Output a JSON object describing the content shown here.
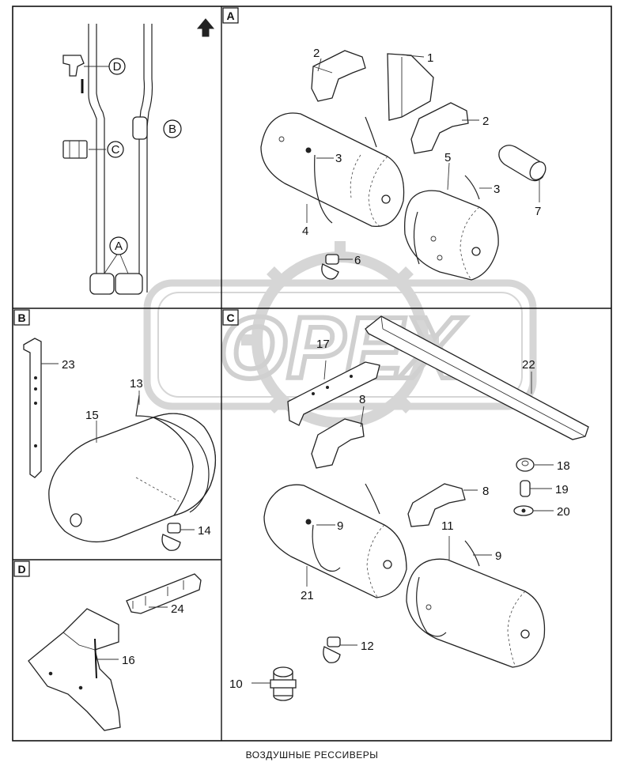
{
  "caption": "ВОЗДУШНЫЕ РЕССИВЕРЫ",
  "watermark": "OPEX",
  "panels": {
    "A": "A",
    "B": "B",
    "C": "C",
    "D": "D"
  },
  "overview_callouts": {
    "A": "A",
    "B": "B",
    "C": "C",
    "D": "D"
  },
  "parts": {
    "p1": "1",
    "p2a": "2",
    "p2b": "2",
    "p3a": "3",
    "p3b": "3",
    "p4": "4",
    "p5": "5",
    "p6": "6",
    "p7": "7",
    "p8a": "8",
    "p8b": "8",
    "p9a": "9",
    "p9b": "9",
    "p10": "10",
    "p11": "11",
    "p12": "12",
    "p13": "13",
    "p14": "14",
    "p15": "15",
    "p16": "16",
    "p17": "17",
    "p18": "18",
    "p19": "19",
    "p20": "20",
    "p21": "21",
    "p22": "22",
    "p23": "23",
    "p24": "24"
  },
  "icons": [
    "up-arrow-icon"
  ]
}
